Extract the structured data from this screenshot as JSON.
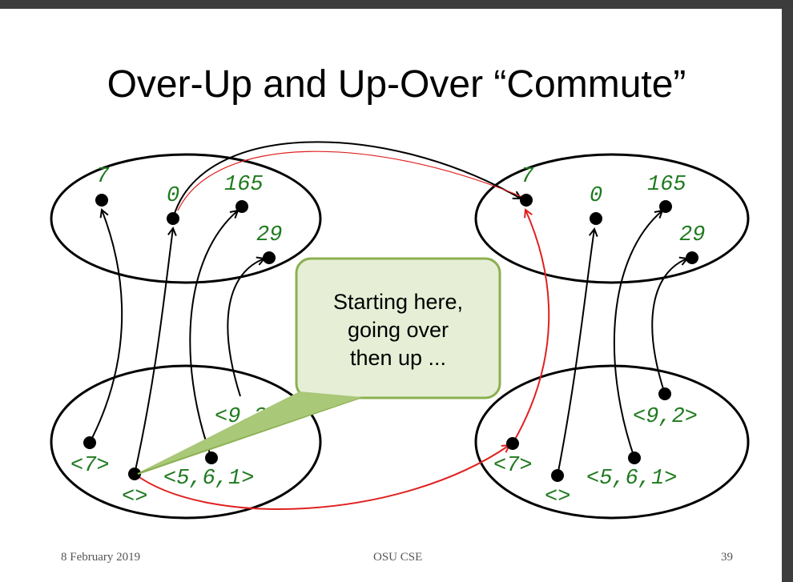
{
  "slide": {
    "title": "Over-Up and Up-Over “Commute”",
    "footer_date": "8 February 2019",
    "footer_center": "OSU CSE",
    "footer_page": "39"
  },
  "left_top_labels": {
    "a": "7",
    "b": "0",
    "c": "165",
    "d": "29"
  },
  "left_bottom_labels": {
    "a": "<7>",
    "b": "<>",
    "c": "<5,6,1>",
    "d": "<9,2>"
  },
  "right_top_labels": {
    "a": "7",
    "b": "0",
    "c": "165",
    "d": "29"
  },
  "right_bottom_labels": {
    "a": "<7>",
    "b": "<>",
    "c": "<5,6,1>",
    "d": "<9,2>"
  },
  "callout": {
    "line1": "Starting here,",
    "line2": "going over",
    "line3": "then up ..."
  },
  "colors": {
    "label_green": "#1f7a1f",
    "highlight_red": "#e02020",
    "callout_fill": "#e6efd6",
    "callout_border": "#8bb050"
  }
}
